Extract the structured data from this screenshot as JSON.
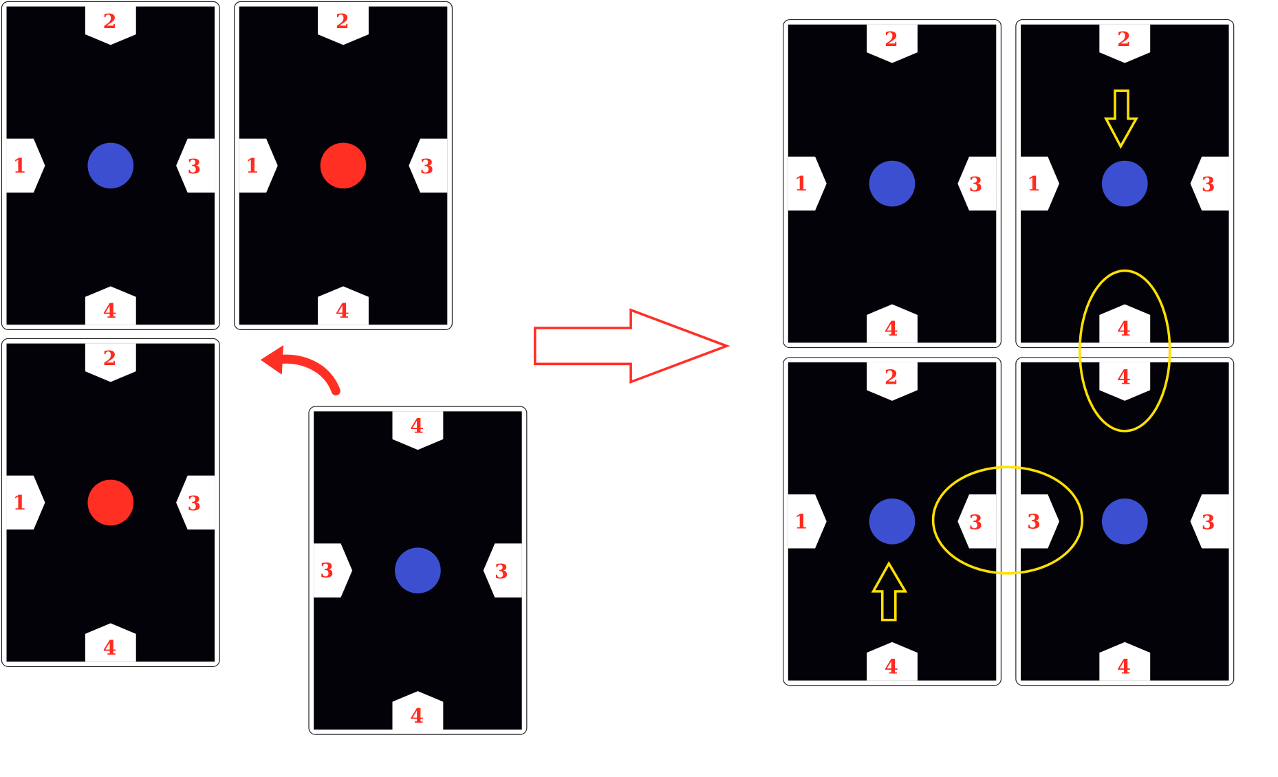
{
  "colors": {
    "tile": "#030208",
    "notch": "#ffffff",
    "label": "#ff2b1f",
    "blue": "#3d4fd1",
    "red": "#ff2f24",
    "highlight": "#ffe000",
    "arrow": "#ff2f24"
  },
  "left_group": {
    "tiles": [
      {
        "id": "A",
        "dot": "blue",
        "labels": {
          "top": "2",
          "left": "1",
          "right": "3",
          "bottom": "4"
        }
      },
      {
        "id": "B",
        "dot": "red",
        "labels": {
          "top": "2",
          "left": "1",
          "right": "3",
          "bottom": "4"
        }
      },
      {
        "id": "C",
        "dot": "red",
        "labels": {
          "top": "2",
          "left": "1",
          "right": "3",
          "bottom": "4"
        }
      },
      {
        "id": "D",
        "dot": "blue",
        "labels": {
          "top": "4",
          "left": "3",
          "right": "3",
          "bottom": "4"
        }
      }
    ]
  },
  "right_group": {
    "tiles": [
      {
        "id": "R1",
        "dot": "blue",
        "labels": {
          "top": "2",
          "left": "1",
          "right": "3",
          "bottom": "4"
        }
      },
      {
        "id": "R2",
        "dot": "blue",
        "labels": {
          "top": "2",
          "left": "1",
          "right": "3",
          "bottom": "4"
        }
      },
      {
        "id": "R3",
        "dot": "blue",
        "labels": {
          "top": "2",
          "left": "1",
          "right": "3",
          "bottom": "4"
        }
      },
      {
        "id": "R4",
        "dot": "blue",
        "labels": {
          "top": "4",
          "left": "3",
          "right": "3",
          "bottom": "4"
        }
      }
    ]
  }
}
